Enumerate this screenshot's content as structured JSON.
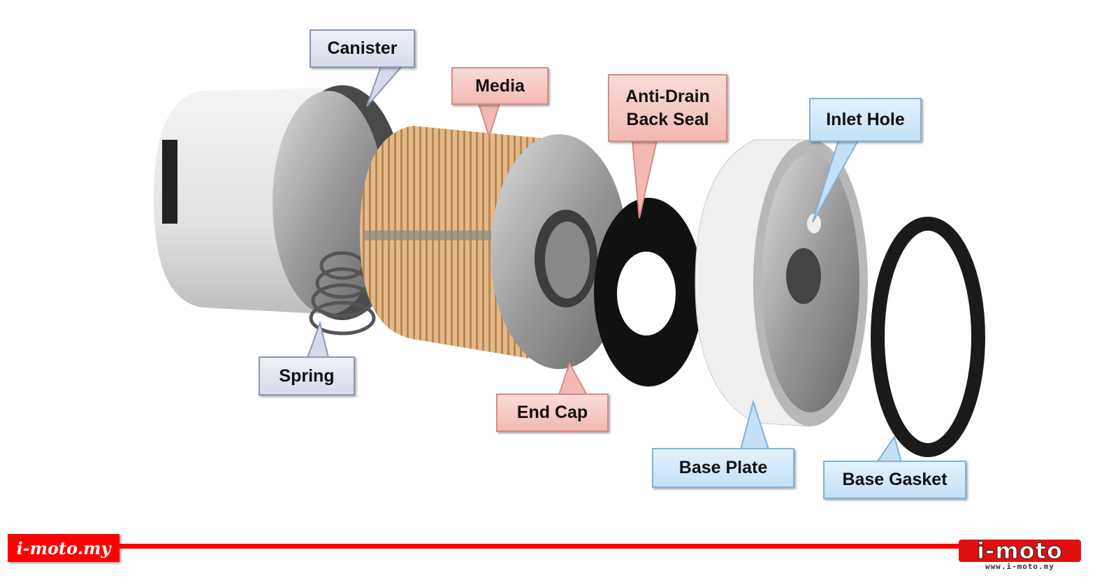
{
  "labels": {
    "canister": "Canister",
    "media": "Media",
    "anti_drain_line1": "Anti-Drain",
    "anti_drain_line2": "Back Seal",
    "inlet_hole": "Inlet Hole",
    "spring": "Spring",
    "end_cap": "End Cap",
    "base_plate": "Base Plate",
    "base_gasket": "Base Gasket"
  },
  "branding": {
    "left_logo": "i-moto.my",
    "right_logo": "i-moto",
    "right_url": "www.i-moto.my"
  },
  "colors": {
    "brand_red": "#ff0000",
    "callout_gray": "#d5dbe8",
    "callout_pink": "#f2b9b3",
    "callout_blue": "#c4e0f5"
  }
}
